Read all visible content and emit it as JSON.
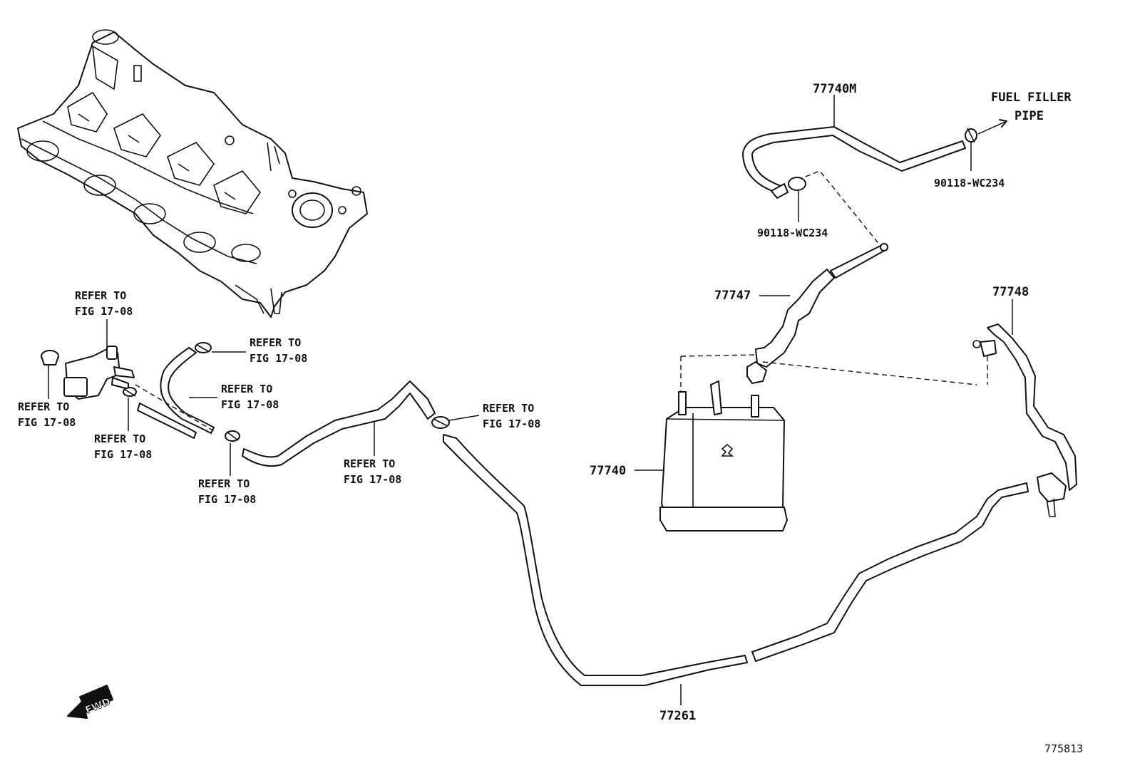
{
  "labels": {
    "part_77740M": "77740M",
    "fuel_filler_line1": "FUEL FILLER",
    "fuel_filler_line2": "PIPE",
    "clip_top_right": "90118-WC234",
    "clip_top_mid": "90118-WC234",
    "part_77747": "77747",
    "part_77748": "77748",
    "part_77740": "77740",
    "part_77261": "77261",
    "ref_to": "REFER TO",
    "ref_fig": "FIG 17-08",
    "fwd": "FWD",
    "diagram_number": "775813"
  }
}
